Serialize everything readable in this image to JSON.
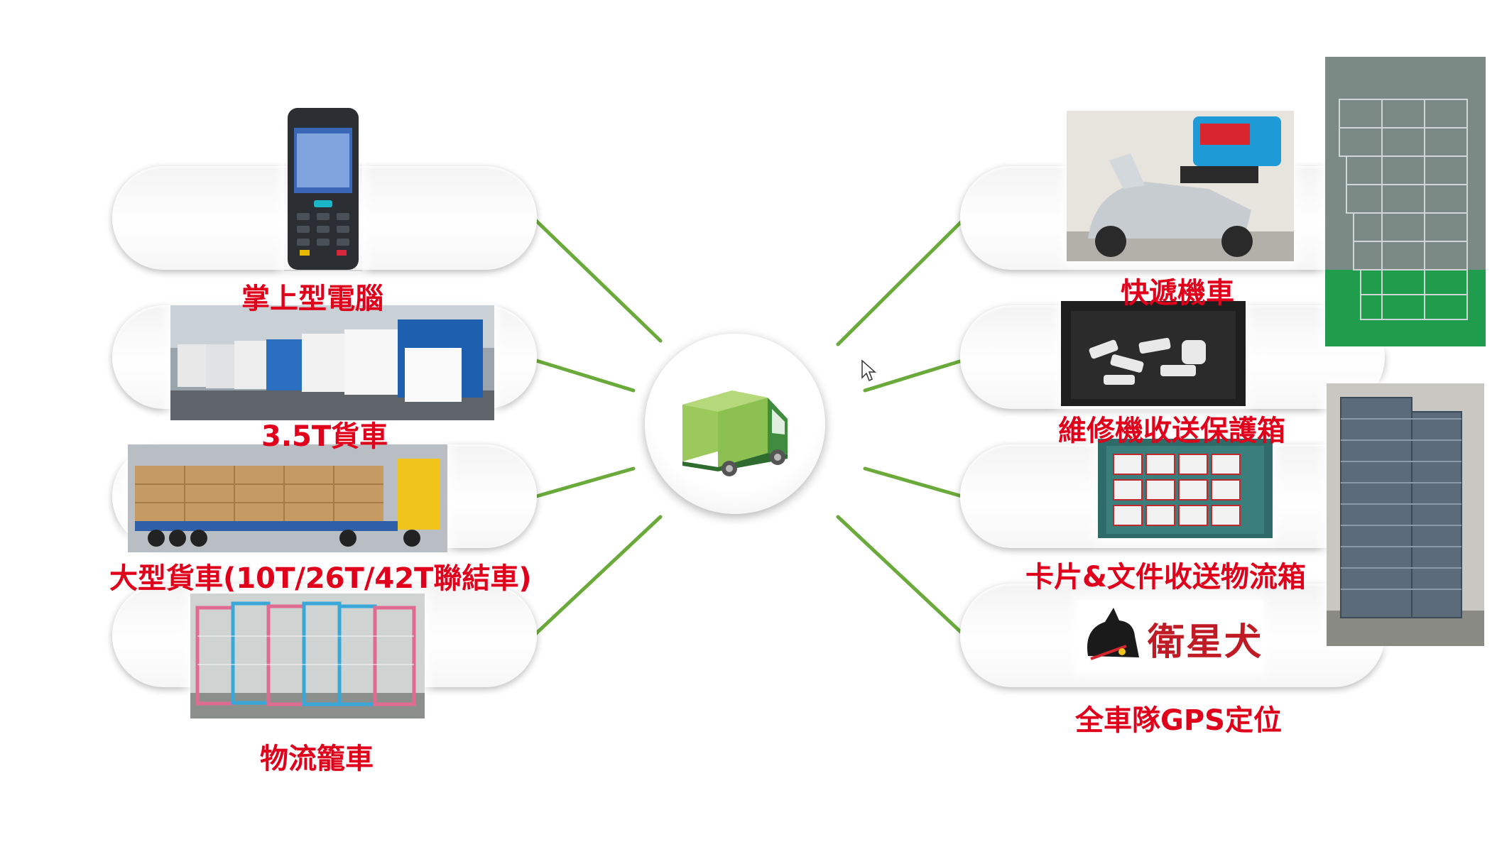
{
  "hub": {
    "icon": "delivery-truck-icon"
  },
  "left_items": [
    {
      "label": "掌上型電腦",
      "photo": "handheld-computer-photo"
    },
    {
      "label": "3.5T貨車",
      "photo": "truck-fleet-photo"
    },
    {
      "label": "大型貨車(10T/26T/42T聯結車)",
      "photo": "trailer-truck-photo"
    },
    {
      "label": "物流籠車",
      "photo": "logistics-cage-cart-photo"
    }
  ],
  "right_items": [
    {
      "label": "快遞機車",
      "photo": "courier-scooter-photo"
    },
    {
      "label": "維修機收送保護箱",
      "photo": "repair-device-protective-box-photo"
    },
    {
      "label": "卡片&文件收送物流箱",
      "photo": "card-document-logistics-box-photo"
    },
    {
      "label": "全車隊GPS定位",
      "photo": "gps-logo-photo"
    }
  ],
  "gps_logo": {
    "text": "衛星犬"
  },
  "colors": {
    "label": "#e0001b",
    "connector": "#6aaa3a",
    "truck_body": "#8cc152",
    "truck_cab": "#3f8c3f"
  }
}
